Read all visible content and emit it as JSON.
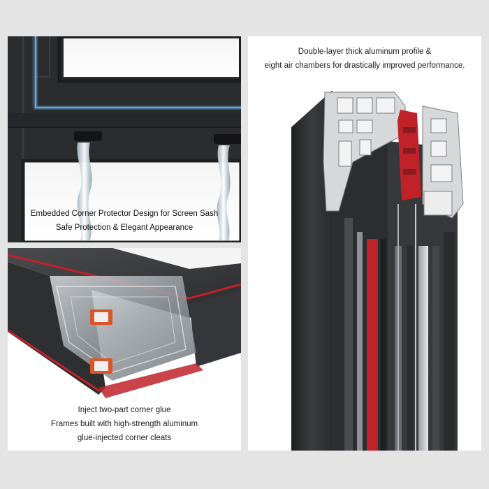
{
  "panels": {
    "top_left": {
      "caption_line1": "Embedded Corner Protector Design for Screen Sash",
      "caption_line2": "Safe Protection & Elegant Appearance"
    },
    "bottom_left": {
      "caption_line1": "Inject two-part corner glue",
      "caption_line2": "Frames built with high-strength aluminum",
      "caption_line3": "glue-injected corner cleats"
    },
    "right": {
      "caption_line1": "Double-layer thick aluminum profile &",
      "caption_line2": "eight air chambers for drastically improved performance."
    }
  },
  "colors": {
    "page_background": "#e4e4e4",
    "frame_dark": "#2b2c2e",
    "accent_red": "#c0222a",
    "glow_blue": "#4aa8ff"
  }
}
